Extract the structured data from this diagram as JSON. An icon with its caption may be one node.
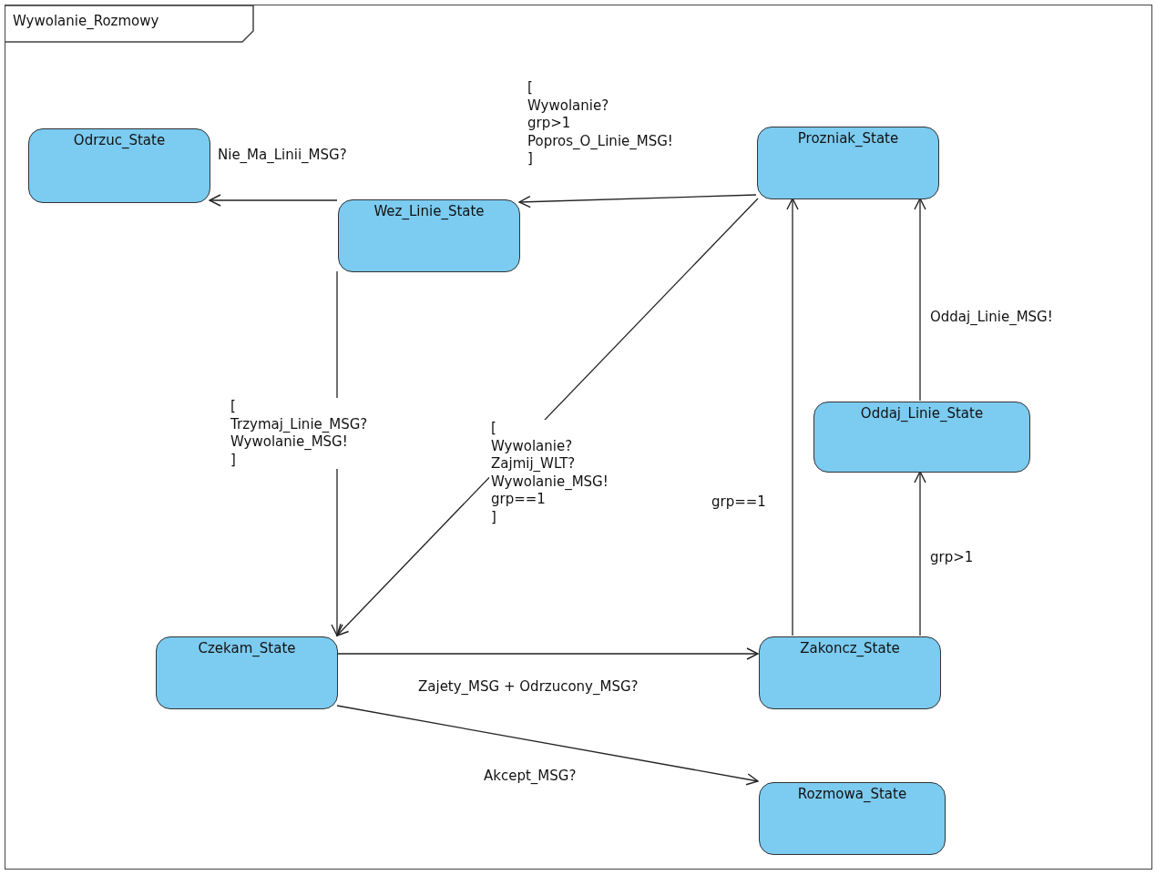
{
  "diagram": {
    "nodes": [
      {
        "text": [
          "Wywolanie_Rozmowy"
        ]
      },
      {
        "text": [
          "Odrzuc_State"
        ],
        "in": 0
      },
      {
        "text": [
          "Wez_Linie_State"
        ],
        "in": 0
      },
      {
        "text": [
          "Prozniak_State"
        ],
        "in": 0
      },
      {
        "text": [
          "Oddaj_Linie_State"
        ],
        "in": 0
      },
      {
        "text": [
          "Czekam_State"
        ],
        "in": 0
      },
      {
        "text": [
          "Zakoncz_State"
        ],
        "in": 0
      },
      {
        "text": [
          "Rozmowa_State"
        ],
        "in": 0
      }
    ],
    "edges": [
      {
        "from": 2,
        "to": 1,
        "arrow": "to",
        "label": "Nie_Ma_Linii_MSG?"
      },
      {
        "from": 3,
        "to": 2,
        "arrow": "to",
        "label": "[ Wywolanie? grp>1 Popros_O_Linie_MSG! ]"
      },
      {
        "from": 2,
        "to": 5,
        "arrow": "to",
        "label": "[ Trzymaj_Linie_MSG? Wywolanie_MSG! ]"
      },
      {
        "from": 3,
        "to": 5,
        "arrow": "to",
        "label": "[ Wywolanie? Zajmij_WLT? Wywolanie_MSG! grp==1 ]"
      },
      {
        "from": 5,
        "to": 6,
        "arrow": "to",
        "label": "Zajety_MSG + Odrzucony_MSG?"
      },
      {
        "from": 5,
        "to": 7,
        "arrow": "to",
        "label": "Akcept_MSG?"
      },
      {
        "from": 6,
        "to": 3,
        "arrow": "to",
        "label": "grp==1"
      },
      {
        "from": 6,
        "to": 4,
        "arrow": "to",
        "label": "grp>1"
      },
      {
        "from": 4,
        "to": 3,
        "arrow": "to",
        "label": "Oddaj_Linie_MSG!"
      }
    ]
  }
}
